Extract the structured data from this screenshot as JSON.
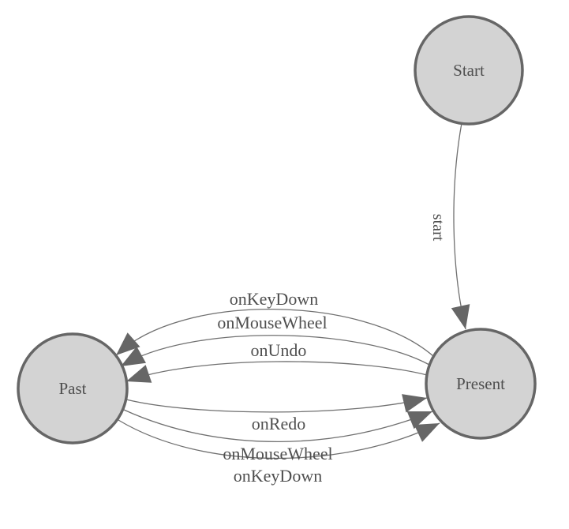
{
  "diagram": {
    "kind": "state-machine-diagram",
    "background": "#ffffff",
    "colors": {
      "node_fill": "#d3d3d3",
      "node_stroke": "#666666",
      "edge_stroke": "#707070",
      "arrow_fill": "#666666",
      "label_text": "#4f4f4f"
    },
    "nodes": [
      {
        "id": "start-state",
        "label": "Start"
      },
      {
        "id": "past-state",
        "label": "Past"
      },
      {
        "id": "present-state",
        "label": "Present"
      }
    ],
    "edges": [
      {
        "from": "Start",
        "to": "Present",
        "label": "start"
      },
      {
        "from": "Present",
        "to": "Past",
        "label": "onKeyDown"
      },
      {
        "from": "Present",
        "to": "Past",
        "label": "onMouseWheel"
      },
      {
        "from": "Present",
        "to": "Past",
        "label": "onUndo"
      },
      {
        "from": "Past",
        "to": "Present",
        "label": "onRedo"
      },
      {
        "from": "Past",
        "to": "Present",
        "label": "onMouseWheel"
      },
      {
        "from": "Past",
        "to": "Present",
        "label": "onKeyDown"
      }
    ]
  }
}
